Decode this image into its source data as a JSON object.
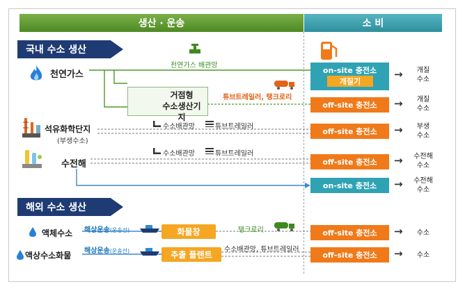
{
  "headers": {
    "production": "생산 · 운송",
    "consumption": "소 비"
  },
  "sections": {
    "domestic": "국내 수소 생산",
    "overseas": "해외 수소 생산"
  },
  "sources": {
    "natural_gas": "천연가스",
    "petrochem": "석유화학단지",
    "petrochem_sub": "(부생수소)",
    "electrolysis": "수전해",
    "liquid": "액체수소",
    "lohc": "액상수소화물"
  },
  "hub": {
    "line1": "거점형",
    "line2": "수소생산기지"
  },
  "transport": {
    "ng_pipeline": "천연가스 배관망",
    "tube_tank": "튜브트레일러, 탱크로리",
    "h2_pipeline_1": "수소배관망",
    "tube_trailer_1": "튜브트레일러",
    "h2_pipeline_2": "수소배관망",
    "tube_trailer_2": "튜브트레일러",
    "marine_1": "해상운송",
    "marine_1_sub": "(운송선)",
    "marine_2": "해상운송",
    "marine_2_sub": "(운송선)",
    "tank_lorry": "탱크로리",
    "pipeline_tube": "수소배관망, 튜브트레일러"
  },
  "facilities": {
    "terminal": "화물창",
    "extraction": "추출 플랜트"
  },
  "stations": [
    {
      "label": "on-site 충전소",
      "sub": "개질기",
      "result": [
        "개질",
        "수소"
      ]
    },
    {
      "label": "off-site 충전소",
      "result": [
        "개질",
        "수소"
      ]
    },
    {
      "label": "off-site 충전소",
      "result": [
        "부생",
        "수소"
      ]
    },
    {
      "label": "off-site 충전소",
      "result": [
        "수전해",
        "수소"
      ]
    },
    {
      "label": "on-site 충전소",
      "result": [
        "수전해",
        "수소"
      ]
    },
    {
      "label": "off-site 충전소",
      "result": [
        "수소"
      ]
    },
    {
      "label": "off-site 충전소",
      "result": [
        "수소"
      ]
    }
  ],
  "arrow_glyph": "→",
  "colors": {
    "production_header": "#5a9a2e",
    "consumption_header": "#3aa0ae",
    "section": "#1f3b73",
    "offsite_station": "#f07a1a",
    "onsite_station": "#2fa3b4",
    "facility_box": "#f5a623",
    "ng_line": "#4d9a2a",
    "blue_line": "#3b8bd0"
  }
}
